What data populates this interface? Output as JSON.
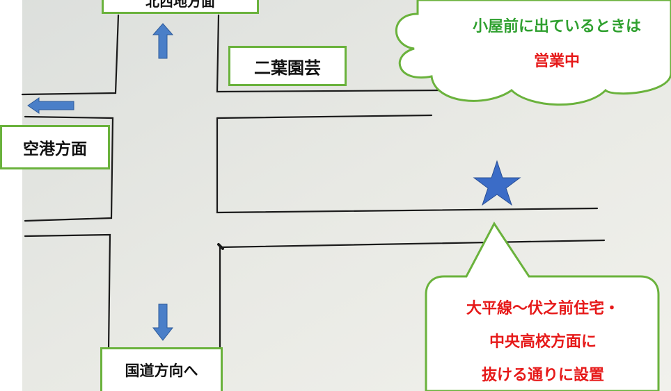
{
  "labels": {
    "top_road": "北西地方面",
    "nursery": "二葉園芸",
    "airport": "空港方面",
    "national_road": "国道方向へ"
  },
  "cloud_callout": {
    "line1": "小屋前に出ているときは",
    "line2": "営業中"
  },
  "location_callout": {
    "line1": "大平線～伏之前住宅・",
    "line2": "中央高校方面に",
    "line3": "抜ける通りに設置"
  },
  "colors": {
    "paper": "#e9eae5",
    "ink": "#1a1a1a",
    "label_border": "#6ab23c",
    "arrow": "#4a7fc8",
    "star": "#3b6cc7",
    "green_text": "#2fa02f",
    "red_text": "#e61919"
  },
  "icons": {
    "north_arrow": "arrow-up-icon",
    "west_arrow": "arrow-left-icon",
    "south_arrow": "arrow-down-icon",
    "location_marker": "star-icon"
  }
}
